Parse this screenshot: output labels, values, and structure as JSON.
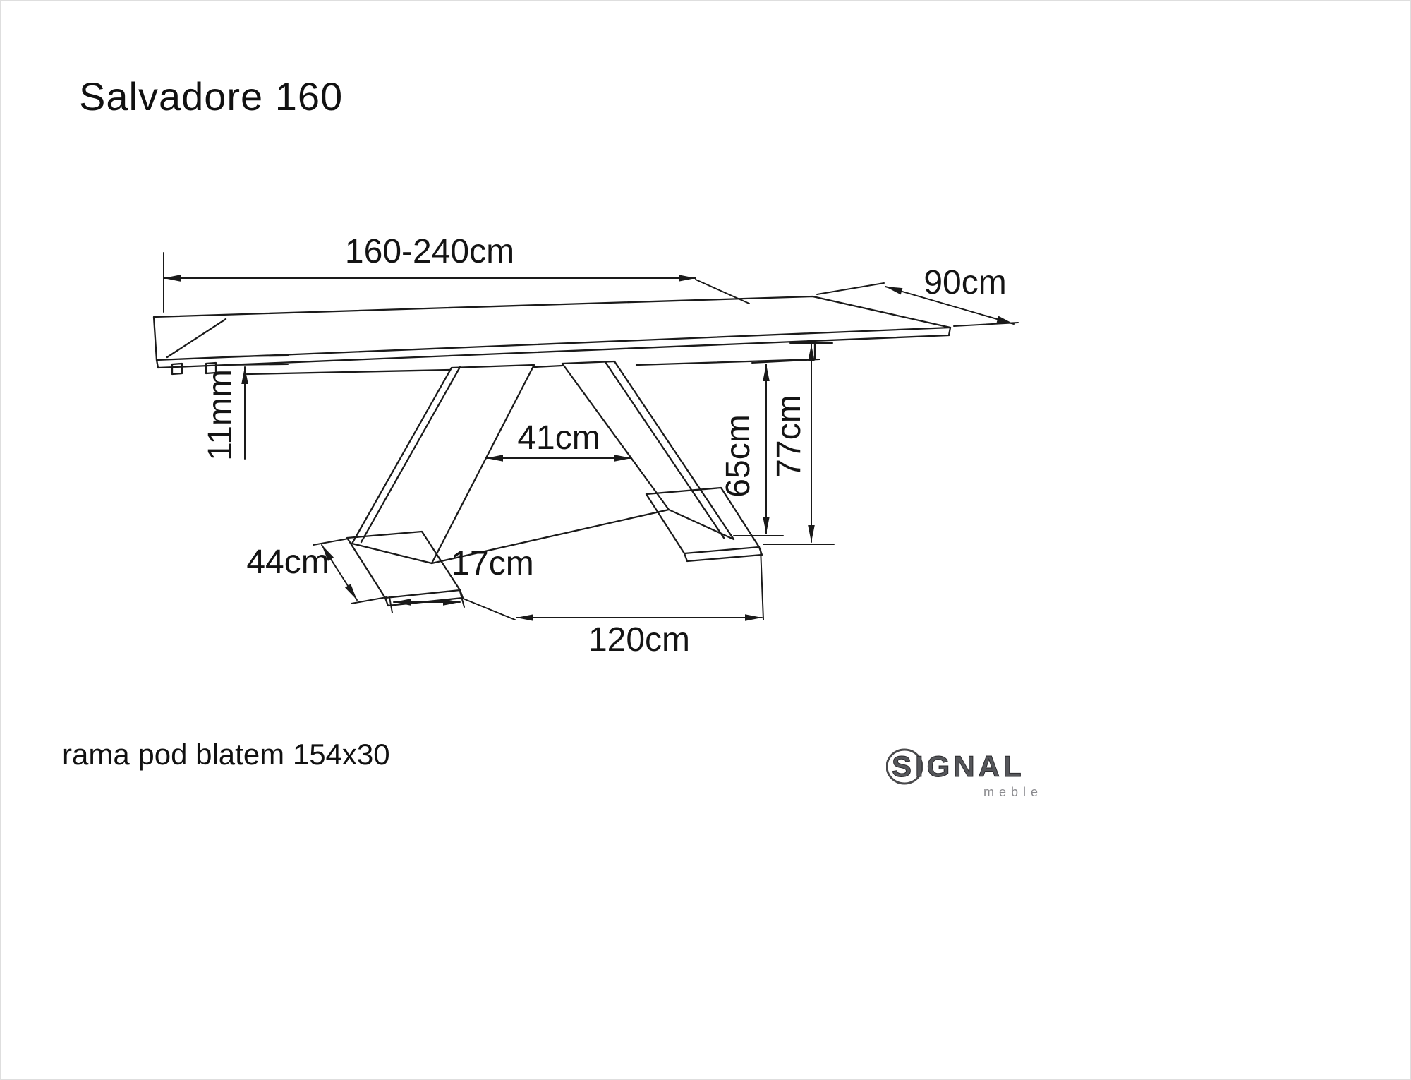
{
  "title": "Salvadore 160",
  "note": "rama pod blatem 154x30",
  "logo": {
    "brand": "SIGNAL",
    "sub": "meble"
  },
  "dimensions": {
    "length": "160-240cm",
    "depth": "90cm",
    "top_thickness": "11mm",
    "legs_gap": "41cm",
    "underframe_height": "65cm",
    "total_height": "77cm",
    "foot_depth": "44cm",
    "foot_width": "17cm",
    "base_length": "120cm"
  },
  "colors": {
    "line": "#1a1a1a",
    "background": "#ffffff"
  }
}
